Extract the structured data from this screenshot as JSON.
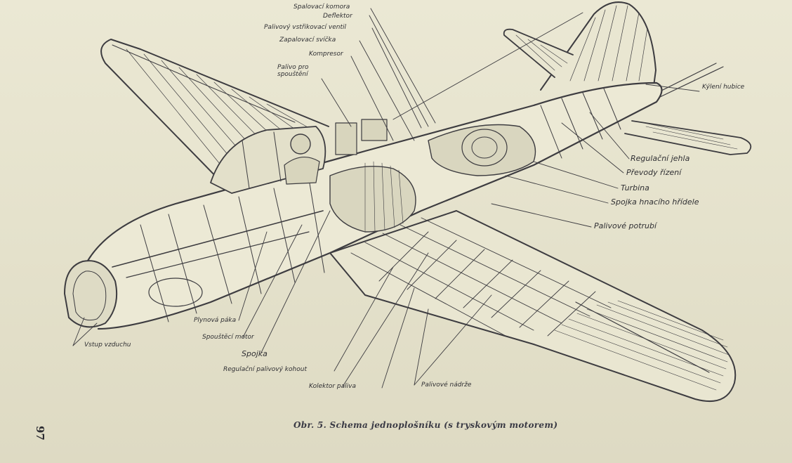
{
  "labels": {
    "top": [
      "Spalovací komora",
      "Deflektor",
      "Palivový vstřikovací ventil",
      "Zapalovací svíčka",
      "Kompresor",
      "Palivo pro spouštění"
    ],
    "right": [
      "Kýlení hubice",
      "Regulační jehla",
      "Převody řízení",
      "Turbina",
      "Spojka hnacího hřídele",
      "Palivové potrubí"
    ],
    "bottom": [
      "Vstup vzduchu",
      "Plynová páka",
      "Spouštěcí motor",
      "Spojka",
      "Regulační palivový kohout",
      "Kolektor paliva",
      "Palivové nádrže"
    ]
  },
  "caption": "Obr. 5. Schema jednoplošníku (s tryskovým motorem)",
  "page_number": "97"
}
